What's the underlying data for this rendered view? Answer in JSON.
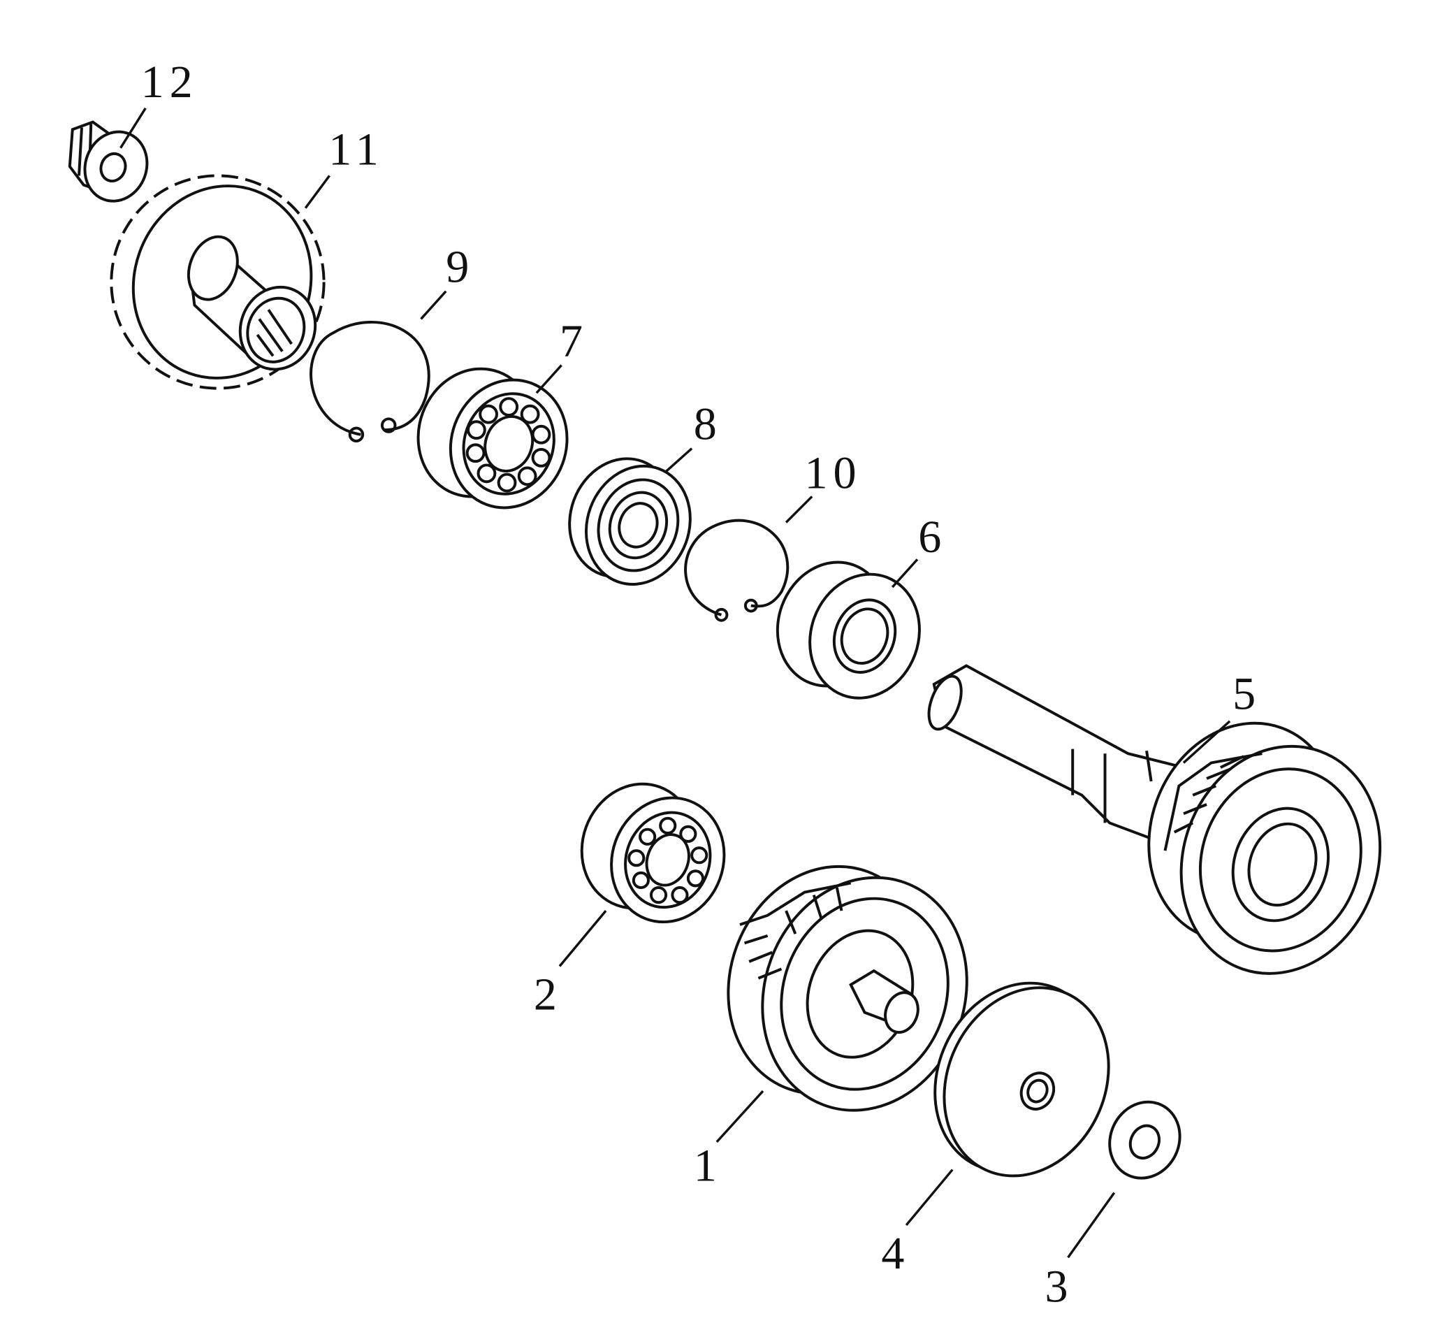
{
  "diagram": {
    "type": "exploded parts diagram",
    "labels": {
      "p1": "1",
      "p2": "2",
      "p3": "3",
      "p4": "4",
      "p5": "5",
      "p6": "6",
      "p7": "7",
      "p8": "8",
      "p9": "9",
      "p10": "10",
      "p11": "11",
      "p12": "12"
    },
    "colors": {
      "line": "#111111",
      "background": "#ffffff"
    }
  }
}
